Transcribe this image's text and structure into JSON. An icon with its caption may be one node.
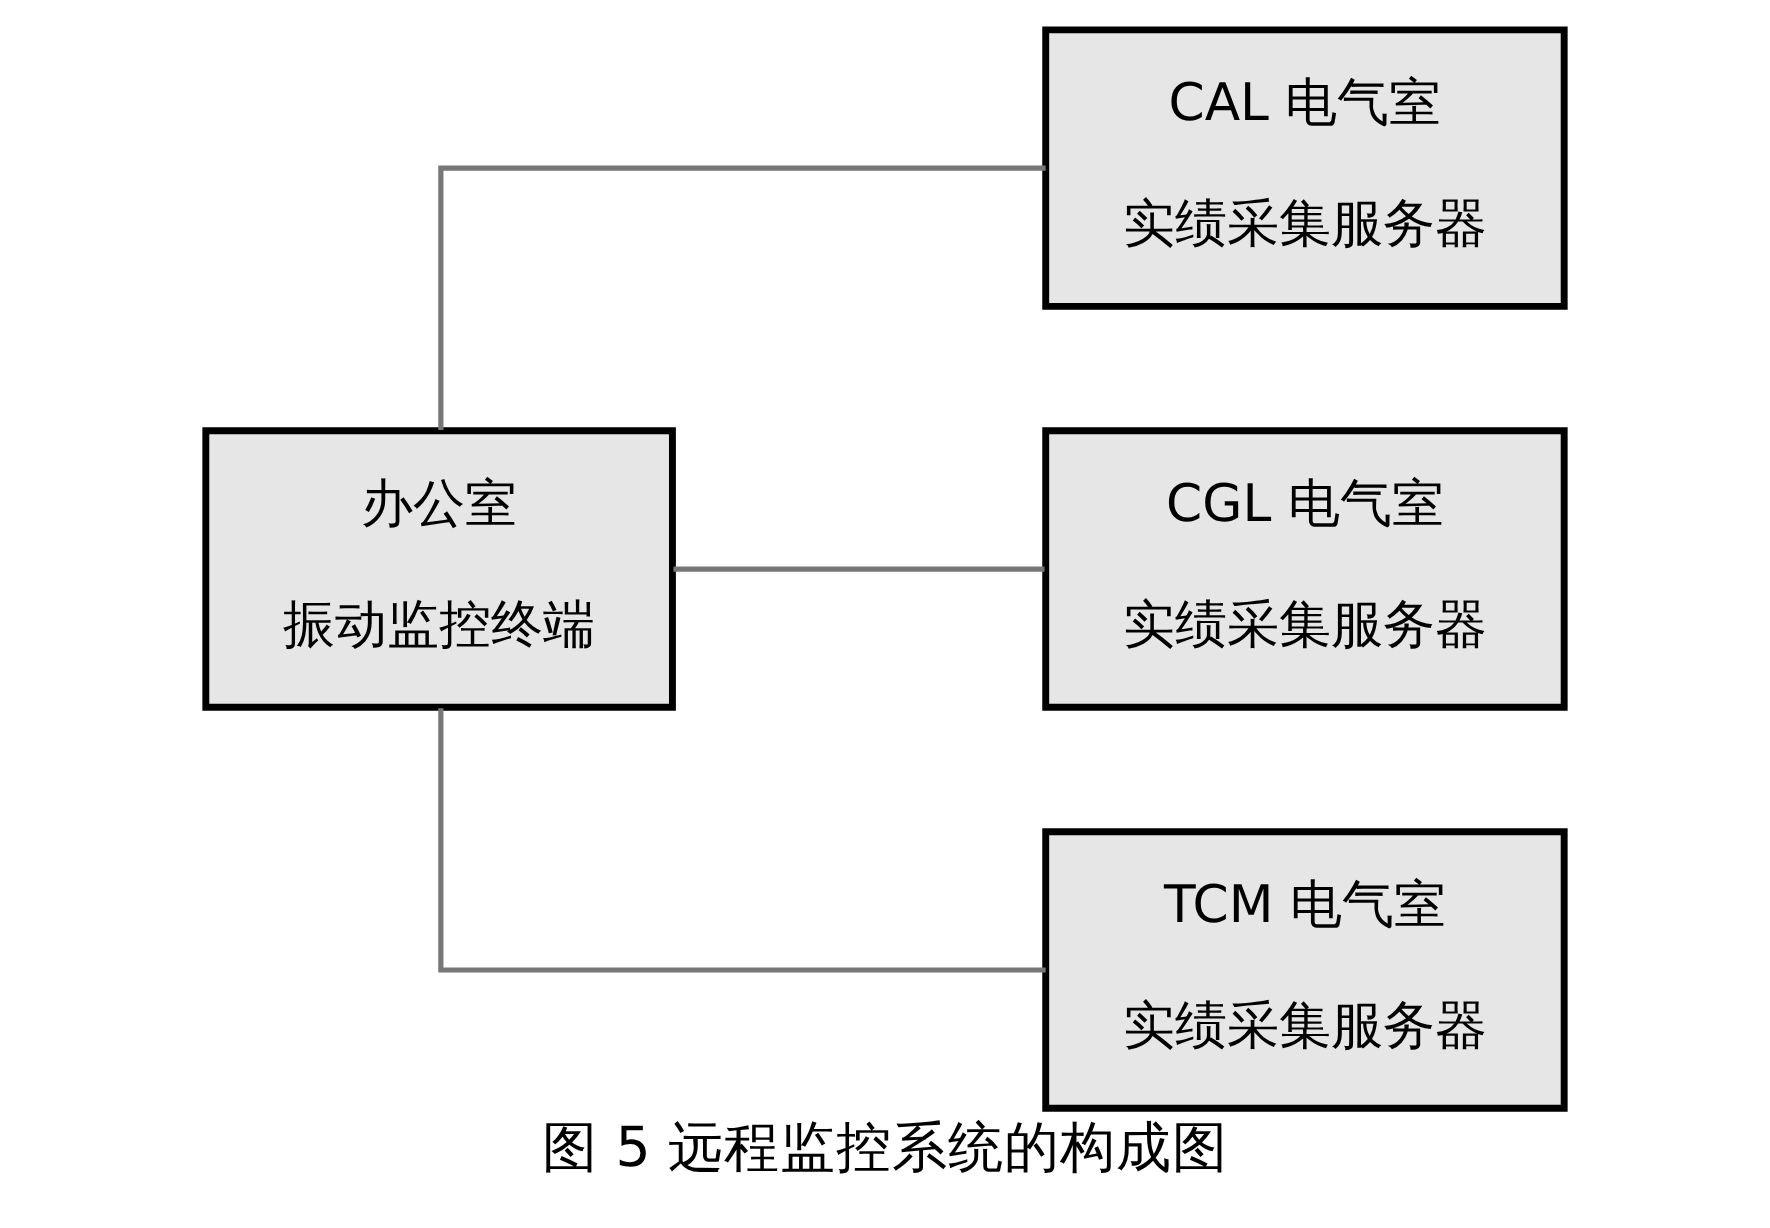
{
  "diagram": {
    "caption": "图 5 远程监控系统的构成图",
    "nodes": [
      {
        "text": [
          "办公室",
          "振动监控终端"
        ]
      },
      {
        "text": [
          "CAL 电气室",
          "实绩采集服务器"
        ]
      },
      {
        "text": [
          "CGL 电气室",
          "实绩采集服务器"
        ]
      },
      {
        "text": [
          "TCM 电气室",
          "实绩采集服务器"
        ]
      }
    ],
    "edges": [
      {
        "from": 0,
        "to": 1,
        "arrow": "none"
      },
      {
        "from": 0,
        "to": 2,
        "arrow": "none"
      },
      {
        "from": 0,
        "to": 3,
        "arrow": "none"
      }
    ]
  }
}
